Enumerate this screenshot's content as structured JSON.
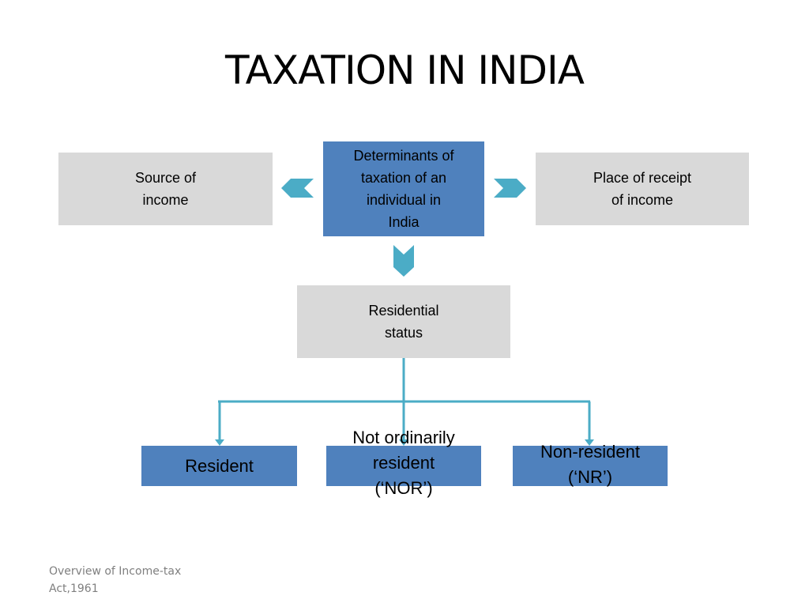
{
  "slide": {
    "title": "TAXATION IN INDIA",
    "footer": "Overview of Income-tax Act,1961"
  },
  "diagram": {
    "determinants": [
      "Determinants of",
      "taxation of an",
      "individual in",
      "India"
    ],
    "source": [
      "Source of",
      "income"
    ],
    "place": [
      "Place of receipt",
      "of income"
    ],
    "residential": [
      "Residential",
      "status"
    ],
    "categories": [
      {
        "lines": [
          "Resident"
        ]
      },
      {
        "lines": [
          "Not ordinarily",
          "resident",
          "(‘NOR’)"
        ]
      },
      {
        "lines": [
          "Non-resident",
          "(‘NR’)"
        ]
      }
    ]
  },
  "colors": {
    "box_blue": "#4f81bd",
    "box_gray": "#d9d9d9",
    "connector": "#4bacc6"
  }
}
